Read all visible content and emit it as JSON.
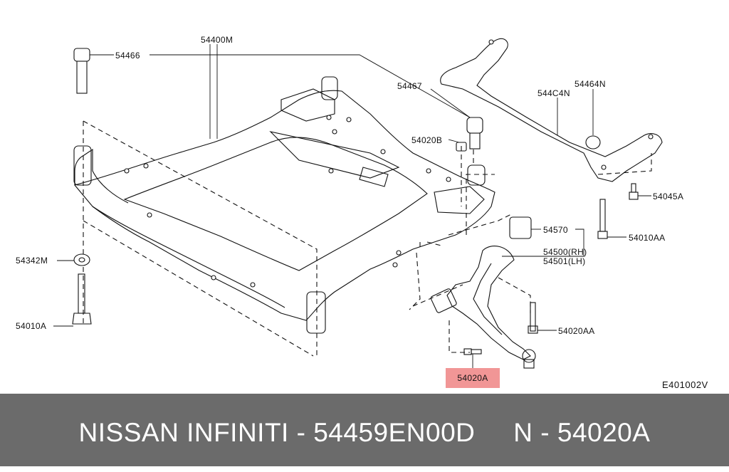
{
  "diagram": {
    "callouts": {
      "c54400M": "54400M",
      "c54466": "54466",
      "c54467": "54467",
      "c54020B": "54020B",
      "c544C4N": "544C4N",
      "c54464N": "54464N",
      "c54045A": "54045A",
      "c54010AA": "54010AA",
      "c54570": "54570",
      "c54500": "54500(RH)",
      "c54501": "54501(LH)",
      "c54342M": "54342M",
      "c54010A": "54010A",
      "c54020AA": "54020AA",
      "c54020A": "54020A"
    },
    "diagram_code": "E401002V",
    "highlight_color": "#f08b8b"
  },
  "footer": {
    "text": "NISSAN INFINITI - 54459EN00D     N - 54020A",
    "background": "#6b6b6b"
  }
}
